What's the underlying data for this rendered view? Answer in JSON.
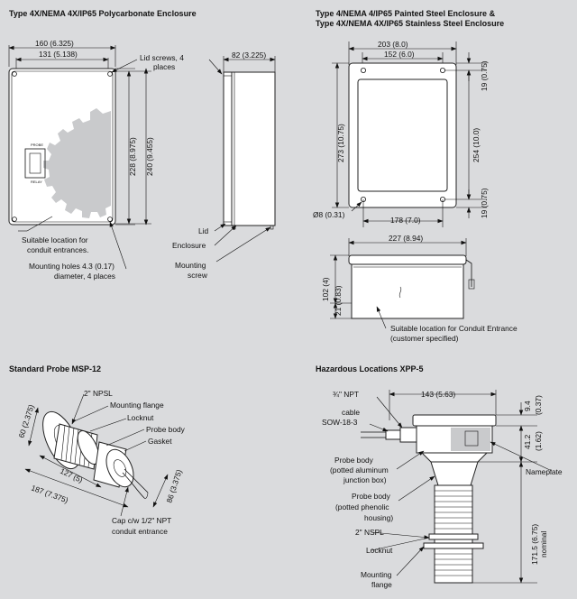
{
  "headings": {
    "polycarbonate": "Type 4X/NEMA 4X/IP65 Polycarbonate Enclosure",
    "steel_line1": "Type 4/NEMA 4/IP65 Painted Steel Enclosure &",
    "steel_line2": "Type 4X/NEMA 4X/IP65 Stainless Steel Enclosure",
    "msp": "Standard Probe MSP-12",
    "xpp": "Hazardous Locations XPP-5"
  },
  "polycarbonate": {
    "width_outer": "160 (6.325)",
    "width_inner": "131 (5.138)",
    "lid_screws_line1": "Lid screws, 4",
    "lid_screws_line2": "places",
    "height_inner": "228 (8.975)",
    "height_outer": "240 (9.455)",
    "depth": "82 (3.225)",
    "board_label_top": "PROBE",
    "board_label_bottom": "RELAY",
    "conduit_line1": "Suitable location for",
    "conduit_line2": "conduit entrances.",
    "holes_line1": "Mounting holes 4.3 (0.17)",
    "holes_line2": "diameter, 4 places",
    "lid": "Lid",
    "enclosure": "Enclosure",
    "screw_line1": "Mounting",
    "screw_line2": "screw"
  },
  "steel": {
    "width_outer": "203 (8.0)",
    "width_inner": "152 (6.0)",
    "top_offset": "19 (0.75)",
    "height_outer": "273 (10.75)",
    "height_inner": "254 (10.0)",
    "bottom_offset": "19 (0.75)",
    "hole_dia": "Ø8 (0.31)",
    "hole_span": "178 (7.0)",
    "side_width": "227 (8.94)",
    "side_height": "102 (4)",
    "side_bottom": "21 (0.83)",
    "conduit_line1": "Suitable location for Conduit Entrance",
    "conduit_line2": "(customer specified)"
  },
  "msp": {
    "npsl": "2\" NPSL",
    "flange": "Mounting flange",
    "locknut": "Locknut",
    "probe_body": "Probe body",
    "gasket": "Gasket",
    "dim_60": "60 (2.375)",
    "dim_127": "127 (5)",
    "dim_187": "187 (7.375)",
    "dim_86": "86 (3.375)",
    "cap_line1": "Cap c/w 1/2\" NPT",
    "cap_line2": "conduit entrance"
  },
  "xpp": {
    "npt": "¾\" NPT",
    "width": "143 (5.63)",
    "cable_line1": "cable",
    "cable_line2": "SOW-18-3",
    "dim_94_a": "9.4",
    "dim_94_b": "(0.37)",
    "dim_412_a": "41.2",
    "dim_412_b": "(1.62)",
    "probe_al_1": "Probe body",
    "probe_al_2": "(potted aluminum",
    "probe_al_3": "junction box)",
    "nameplate": "Nameplate",
    "probe_ph_1": "Probe body",
    "probe_ph_2": "(potted phenolic",
    "probe_ph_3": "housing)",
    "nspl": "2\" NSPL",
    "locknut": "Locknut",
    "flange_1": "Mounting",
    "flange_2": "flange",
    "length_1": "171.5 (6.75)",
    "length_2": "nominal"
  }
}
